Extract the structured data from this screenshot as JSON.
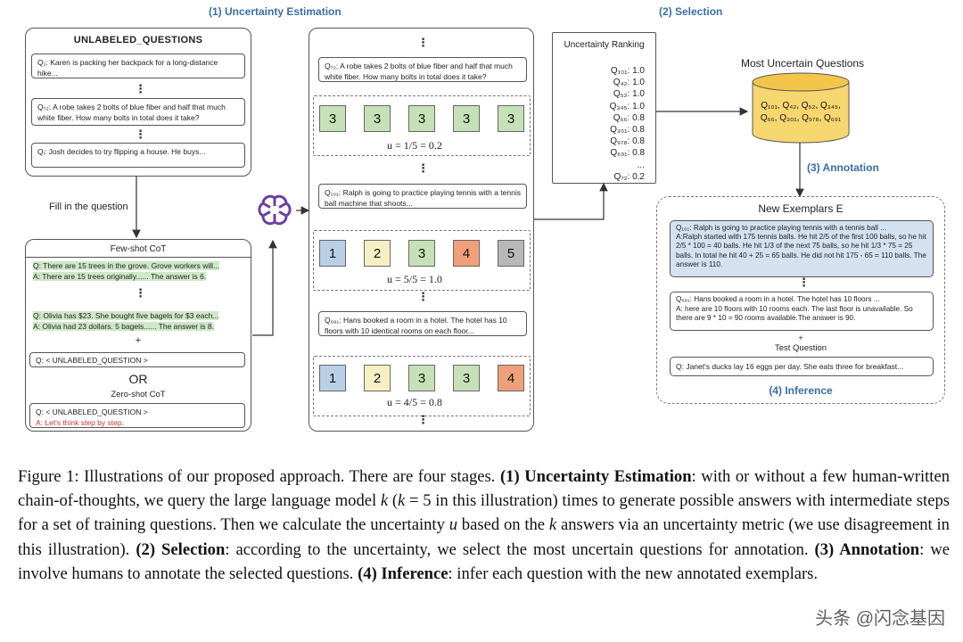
{
  "stages": {
    "s1": "(1) Uncertainty Estimation",
    "s2": "(2) Selection",
    "s3": "(3) Annotation",
    "s4": "(4) Inference"
  },
  "unlabeled": {
    "title": "UNLABELED_QUESTIONS",
    "q1": "Q₁: Karen is packing her backpack for a long-distance hike...",
    "q2": "Q₇₂: A robe takes 2 bolts of blue fiber and half that much white fiber. How many bolts in total does it take?",
    "q3": "Qᵢ: Josh decides to try flipping a house.  He buys...",
    "fill": "Fill in the question"
  },
  "fewshot": {
    "title": "Few-shot CoT",
    "ex1_q": "Q: There are 15 trees in the grove. Grove workers will...",
    "ex1_a": "A: There are 15 trees originally...... The answer is 6.",
    "ex2_q": "Q: Olivia has $23. She bought five bagels for $3 each...",
    "ex2_a": "A: Olivia had 23 dollars. 5 bagels...... The answer is 8.",
    "plus": "+",
    "slot": "Q: < UNLABELED_QUESTION >",
    "or": "OR",
    "zero_title": "Zero-shot CoT",
    "zero_q": "Q: < UNLABELED_QUESTION >",
    "zero_a": "A: Let's think step by step."
  },
  "estimation": {
    "groups": [
      {
        "question": "Q₇₂: A robe takes 2 bolts of blue fiber and half that much white fiber. How many bolts in total does it take?",
        "answers": [
          "3",
          "3",
          "3",
          "3",
          "3"
        ],
        "u": "u = 1/5 = 0.2"
      },
      {
        "question": "Q₁₀₁: Ralph is going to practice playing tennis with a tennis ball machine that shoots...",
        "answers": [
          "1",
          "2",
          "3",
          "4",
          "5"
        ],
        "u": "u = 5/5 = 1.0"
      },
      {
        "question": "Q₆₉₁: Hans booked a room in a hotel. The hotel has 10 floors with 10 identical rooms on each floor...",
        "answers": [
          "1",
          "2",
          "3",
          "3",
          "4"
        ],
        "u": "u = 4/5 = 0.8"
      }
    ],
    "colors": {
      "1": "#b9cfe6",
      "2": "#f7efc4",
      "3": "#c6e1b8",
      "4": "#ef9f79",
      "5": "#b8b8b8"
    }
  },
  "ranking": {
    "title": "Uncertainty Ranking",
    "items": [
      "Q₁₀₁: 1.0",
      "Q₄₂: 1.0",
      "Q₅₂: 1.0",
      "Q₃₄₅: 1.0",
      "Q₆₆: 0.8",
      "Q₃₀₁: 0.8",
      "Q₉₇₈: 0.8",
      "Q₆₉₁: 0.8",
      "...",
      "Q₇₂: 0.2"
    ]
  },
  "most_uncertain": {
    "title": "Most Uncertain Questions",
    "line1": "Q₁₀₁, Q₄₂, Q₅₂, Q₃₄₅,",
    "line2": "Q₆₆, Q₃₀₁, Q₉₇₈, Q₆₉₁"
  },
  "exemplars": {
    "title": "New Exemplars E",
    "ex1": "Q₁₀₁: Ralph is going to practice playing tennis with a tennis ball ...\nA:Ralph started with 175 tennis balls. He hit 2/5 of the first 100 balls, so he hit 2/5 * 100 = 40 balls. He hit 1/3 of the next 75 balls, so he hit 1/3 * 75 = 25 balls. In total he hit 40 + 25 = 65 balls. He did not hit 175 - 65 = 110 balls. The answer is 110.",
    "ex2": "Q₆₉₁: Hans booked a room in a hotel. The hotel has 10 floors ...\nA: here are 10 floors with 10 rooms each. The last floor is unavailable. So there are 9 * 10 = 90 rooms available.The answer is 90.",
    "plus": "+",
    "test_title": "Test Question",
    "test_q": "Q: Janet's ducks lay 16 eggs per day. She eats three for breakfast..."
  },
  "caption": {
    "fig": "Figure 1: Illustrations of our proposed approach. There are four stages. ",
    "b1": "(1) Uncertainty Estimation",
    "t1": ": with or without a few human-written chain-of-thoughts, we query the large language model ",
    "k1": "k",
    "t2": " (",
    "k2": "k",
    "t3": " = 5 in this illustration) times to generate possible answers with intermediate steps for a set of training questions. Then we calculate the uncertainty ",
    "u": "u",
    "t4": " based on the ",
    "k3": "k",
    "t5": " answers via an uncertainty metric (we use disagreement in this illustration). ",
    "b2": "(2) Selection",
    "t6": ": according to the uncertainty, we select the most uncertain questions for annotation. ",
    "b3": "(3) Annotation",
    "t7": ": we involve humans to annotate the selected questions. ",
    "b4": "(4) Inference",
    "t8": ": infer each question with the new annotated exemplars."
  },
  "watermark": "头条 @闪念基因"
}
